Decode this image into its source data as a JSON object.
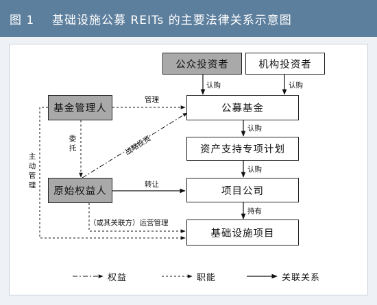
{
  "figure": {
    "number": "图 1",
    "title": "基础设施公募 REITs 的主要法律关系示意图"
  },
  "nodes": {
    "public_investors": "公众投资者",
    "institutional_investors": "机构投资者",
    "fund_manager": "基金管理人",
    "public_fund": "公募基金",
    "abs_plan": "资产支持专项计划",
    "original_owner": "原始权益人",
    "project_company": "项目公司",
    "infra_project": "基础设施项目"
  },
  "edges": {
    "subscribe_public": "认购",
    "subscribe_institutional": "认购",
    "manage": "管理",
    "fund_to_abs": "认购",
    "abs_to_company": "认购",
    "hold": "持有",
    "transfer": "转让",
    "strategic_investment": "战略投资",
    "entrust": "委托",
    "active_management": "主动管理",
    "operation_management": "（或其关联方）运营管理"
  },
  "legend": {
    "equity": "权益",
    "duty": "职能",
    "relation": "关联关系"
  },
  "colors": {
    "title_bar": "#5d7f9e",
    "gray_box": "#a9a9a9",
    "background": "#eef2f6"
  }
}
